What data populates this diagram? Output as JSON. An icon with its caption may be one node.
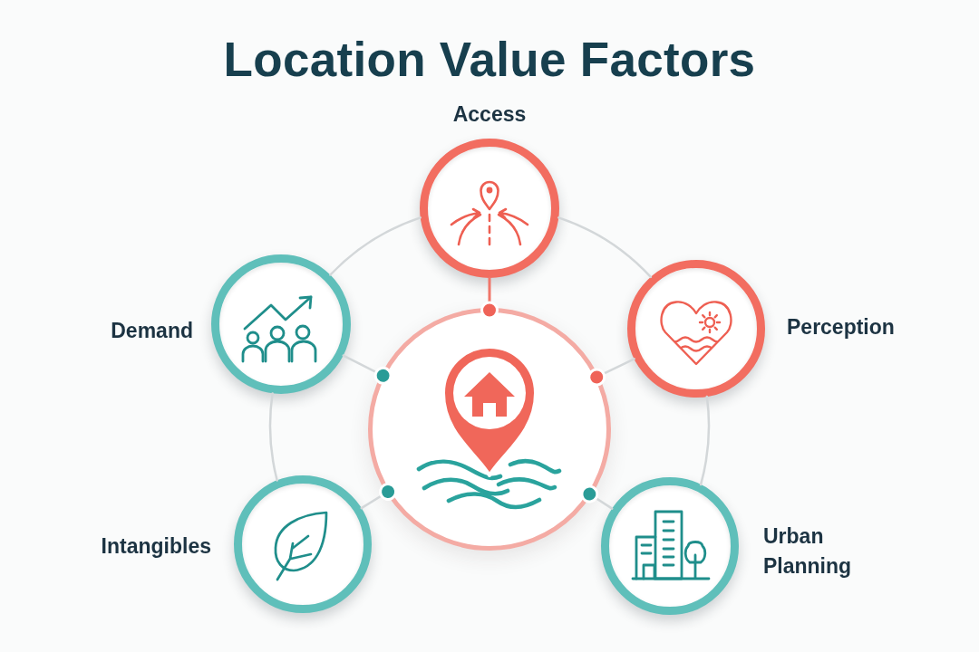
{
  "diagram": {
    "title": "Location Value Factors",
    "nodes": [
      {
        "text": [
          "Access"
        ]
      },
      {
        "text": [
          "Demand"
        ]
      },
      {
        "text": [
          "Perception"
        ]
      },
      {
        "text": [],
        "shape": "circle"
      },
      {
        "text": [
          "Intangibles"
        ]
      },
      {
        "text": [
          "Urban Planning"
        ]
      }
    ],
    "edges": [
      {
        "from": 3,
        "to": 0,
        "arrow": "other",
        "color": "#f0766a"
      },
      {
        "from": 3,
        "to": 1,
        "arrow": "other"
      },
      {
        "from": 3,
        "to": 2,
        "arrow": "other"
      },
      {
        "from": 3,
        "to": 4,
        "arrow": "other"
      },
      {
        "from": 3,
        "to": 5,
        "arrow": "other"
      },
      {
        "from": 0,
        "to": 1,
        "arrow": "none"
      },
      {
        "from": 0,
        "to": 2,
        "arrow": "none"
      },
      {
        "from": 1,
        "to": 4,
        "arrow": "none"
      },
      {
        "from": 2,
        "to": 5,
        "arrow": "none"
      }
    ]
  }
}
